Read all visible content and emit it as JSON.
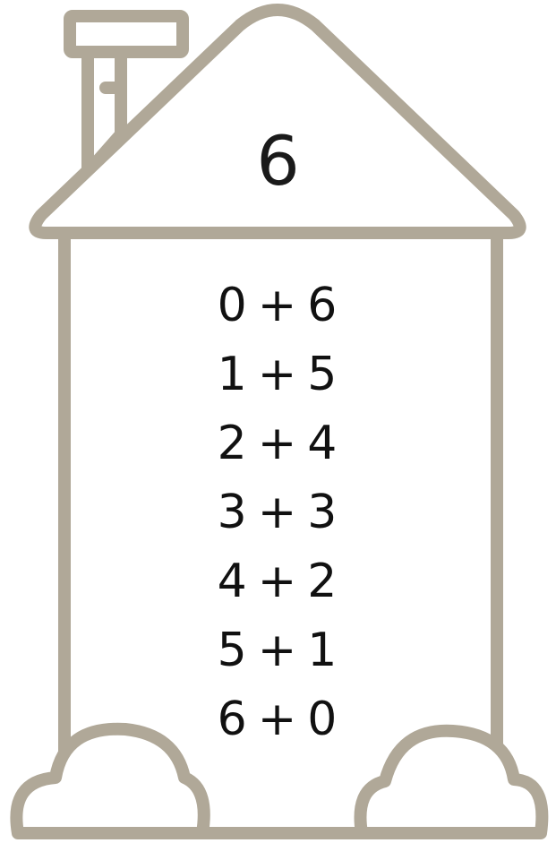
{
  "house": {
    "number": "6",
    "outline_color": "#b0a898"
  },
  "sums": [
    {
      "a": "0",
      "op": "+",
      "b": "6"
    },
    {
      "a": "1",
      "op": "+",
      "b": "5"
    },
    {
      "a": "2",
      "op": "+",
      "b": "4"
    },
    {
      "a": "3",
      "op": "+",
      "b": "3"
    },
    {
      "a": "4",
      "op": "+",
      "b": "2"
    },
    {
      "a": "5",
      "op": "+",
      "b": "1"
    },
    {
      "a": "6",
      "op": "+",
      "b": "0"
    }
  ]
}
